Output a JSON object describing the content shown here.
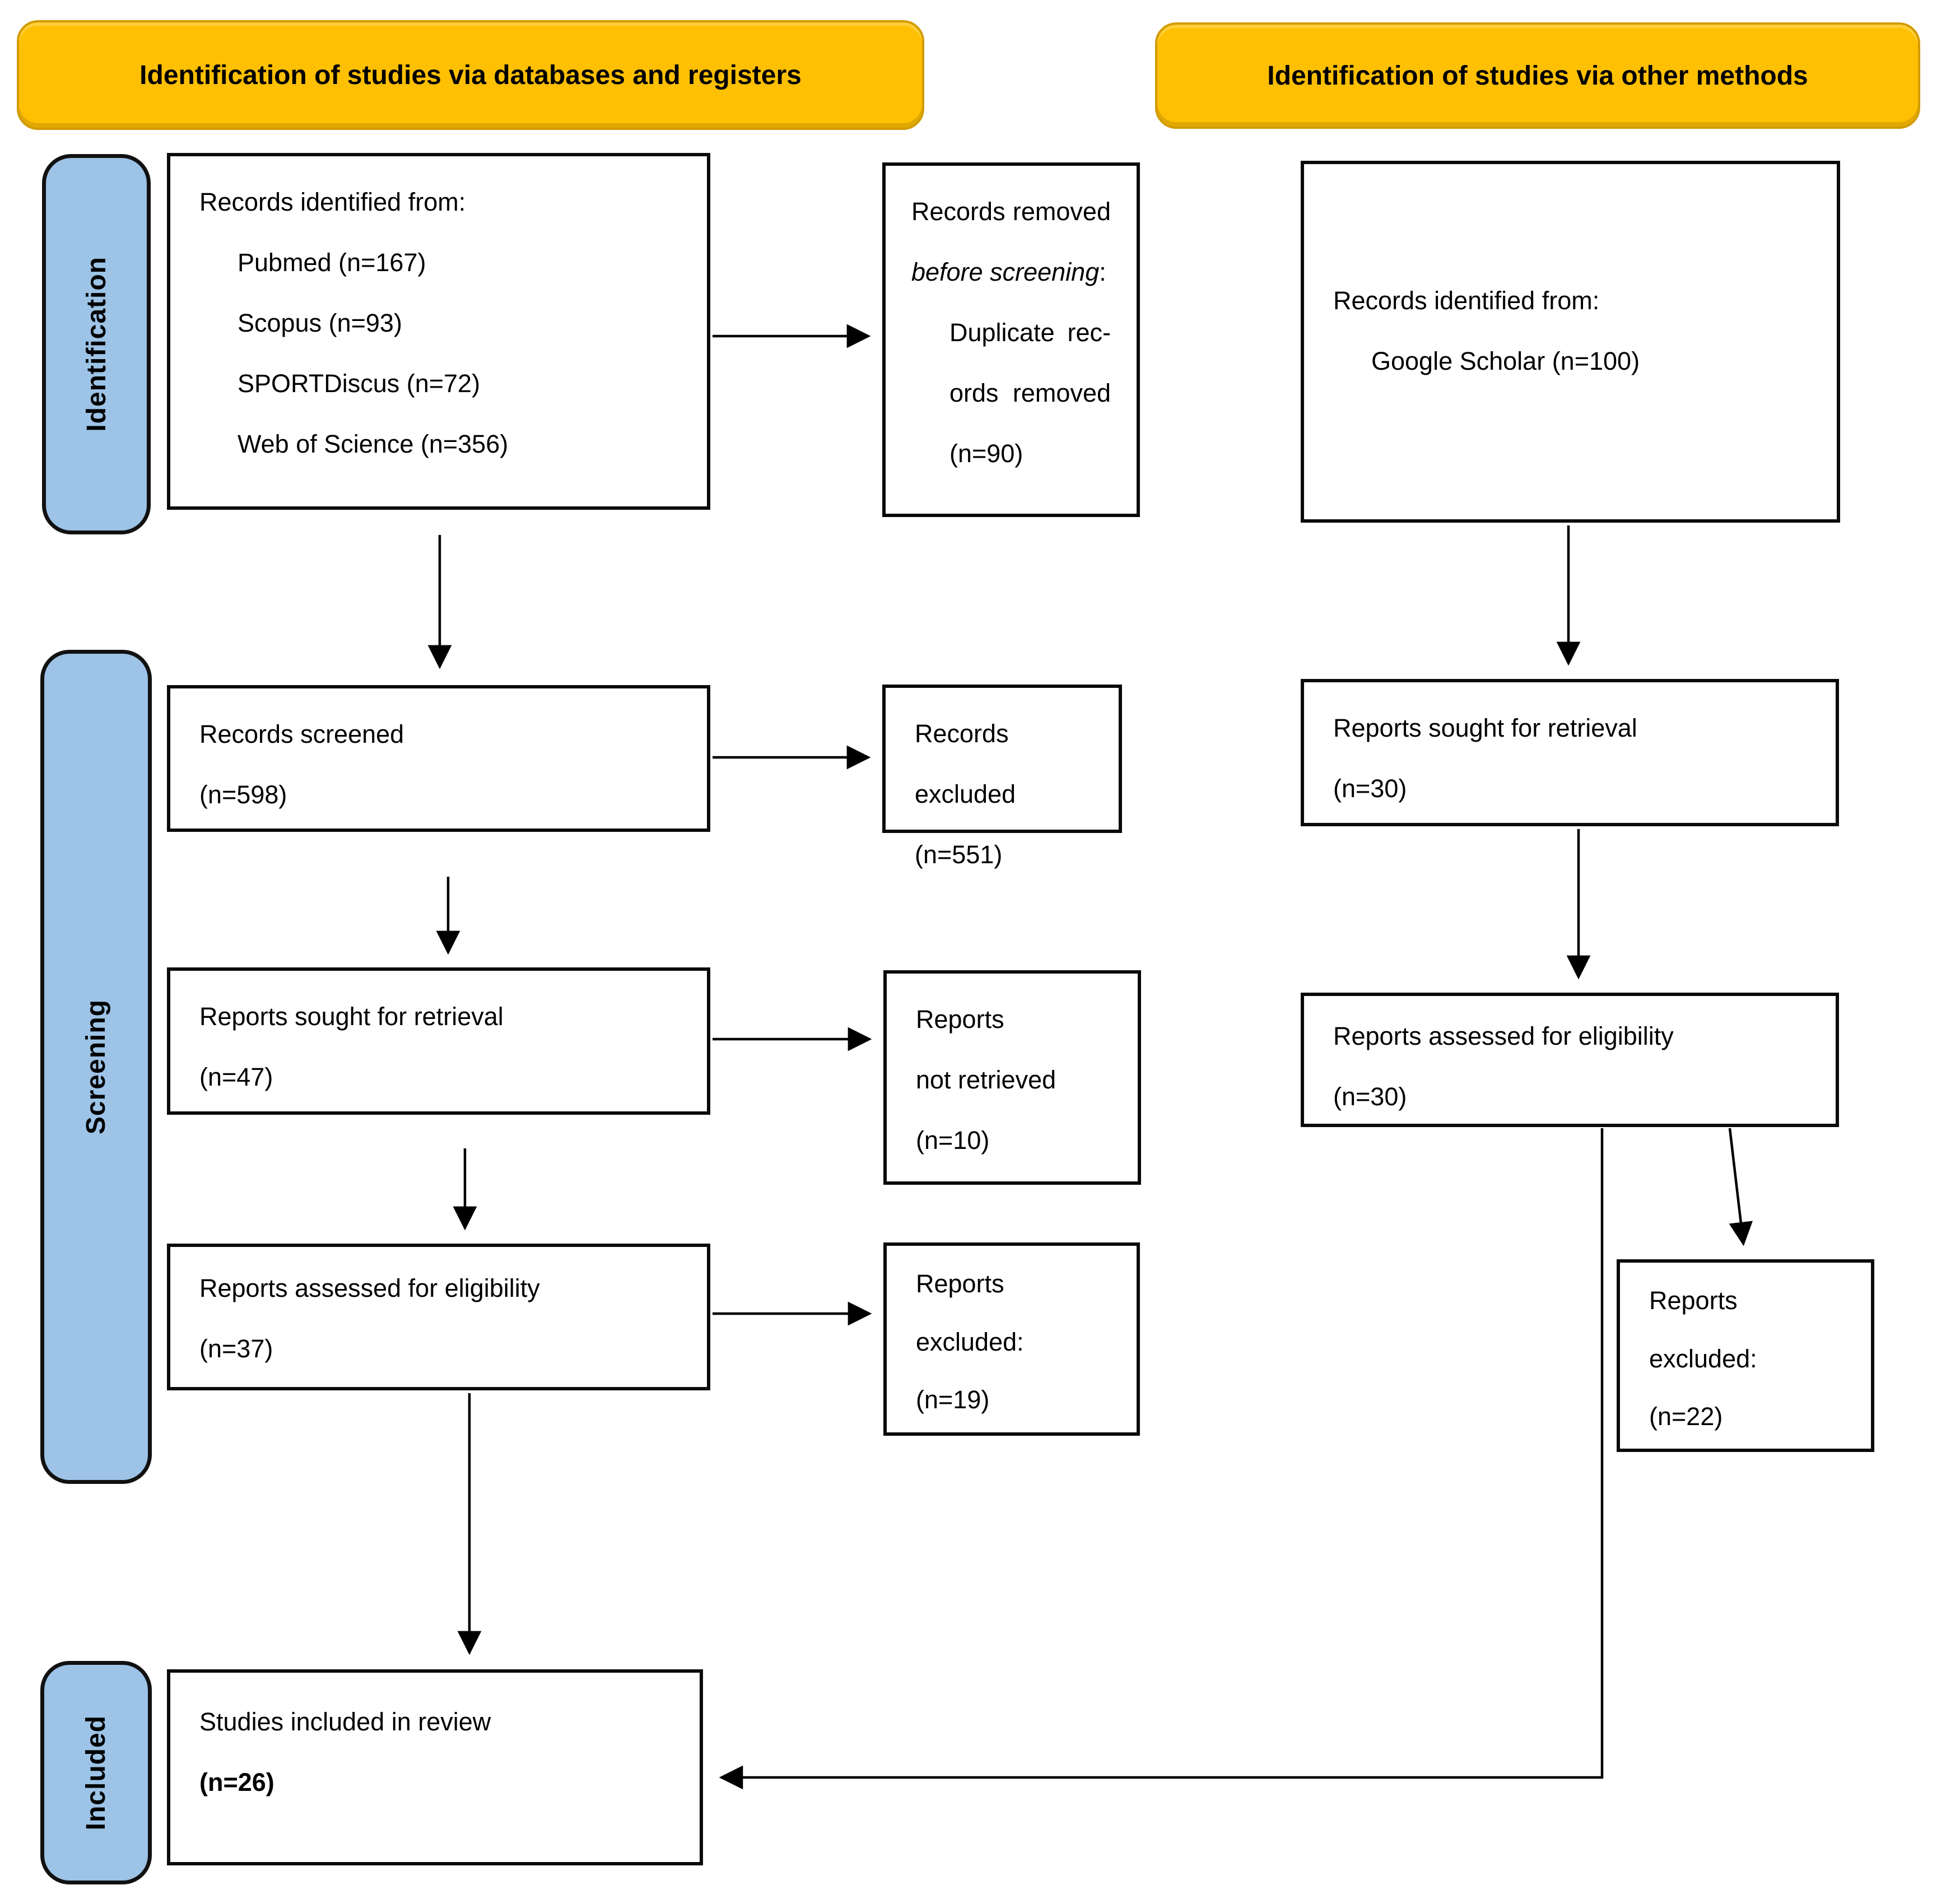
{
  "headers": {
    "databases": "Identification of studies via databases and registers",
    "other": "Identification of studies via other methods"
  },
  "stages": {
    "identification": "Identification",
    "screening": "Screening",
    "included": "Included"
  },
  "boxes": {
    "records_identified": {
      "title": "Records identified from:",
      "items": [
        "Pubmed (n=167)",
        "Scopus (n=93)",
        "SPORTDiscus (n=72)",
        "Web of Science (n=356)"
      ]
    },
    "records_removed": {
      "line1": "Records removed",
      "line2_italic": "before screening",
      "line2_colon": ":",
      "items": [
        "Duplicate rec-",
        "ords removed",
        "(n=90)"
      ]
    },
    "records_identified_other": {
      "title": "Records identified from:",
      "items": [
        "Google Scholar (n=100)"
      ]
    },
    "records_screened": {
      "lines": [
        "Records screened",
        "(n=598)"
      ]
    },
    "records_excluded": {
      "lines": [
        "Records excluded",
        "(n=551)"
      ]
    },
    "reports_sought": {
      "lines": [
        "Reports sought for retrieval",
        "(n=47)"
      ]
    },
    "reports_not_retrieved": {
      "lines": [
        "Reports",
        "not retrieved",
        "(n=10)"
      ]
    },
    "reports_sought_other": {
      "lines": [
        "Reports sought for retrieval",
        "(n=30)"
      ]
    },
    "reports_assessed": {
      "lines": [
        "Reports assessed for eligibility",
        "(n=37)"
      ]
    },
    "reports_excluded": {
      "lines": [
        "Reports",
        "excluded:",
        "(n=19)"
      ]
    },
    "reports_assessed_other": {
      "lines": [
        "Reports assessed for eligibility",
        "(n=30)"
      ]
    },
    "reports_excluded_other": {
      "lines": [
        "Reports",
        "excluded:",
        "(n=22)"
      ]
    },
    "studies_included": {
      "line1": "Studies included in review",
      "line2_bold": "(n=26)"
    }
  },
  "colors": {
    "header_bg": "#FFC003",
    "header_border": "#D29B00",
    "stage_bg": "#9DC3E6",
    "box_border": "#0A0A0A",
    "arrow": "#000000"
  }
}
